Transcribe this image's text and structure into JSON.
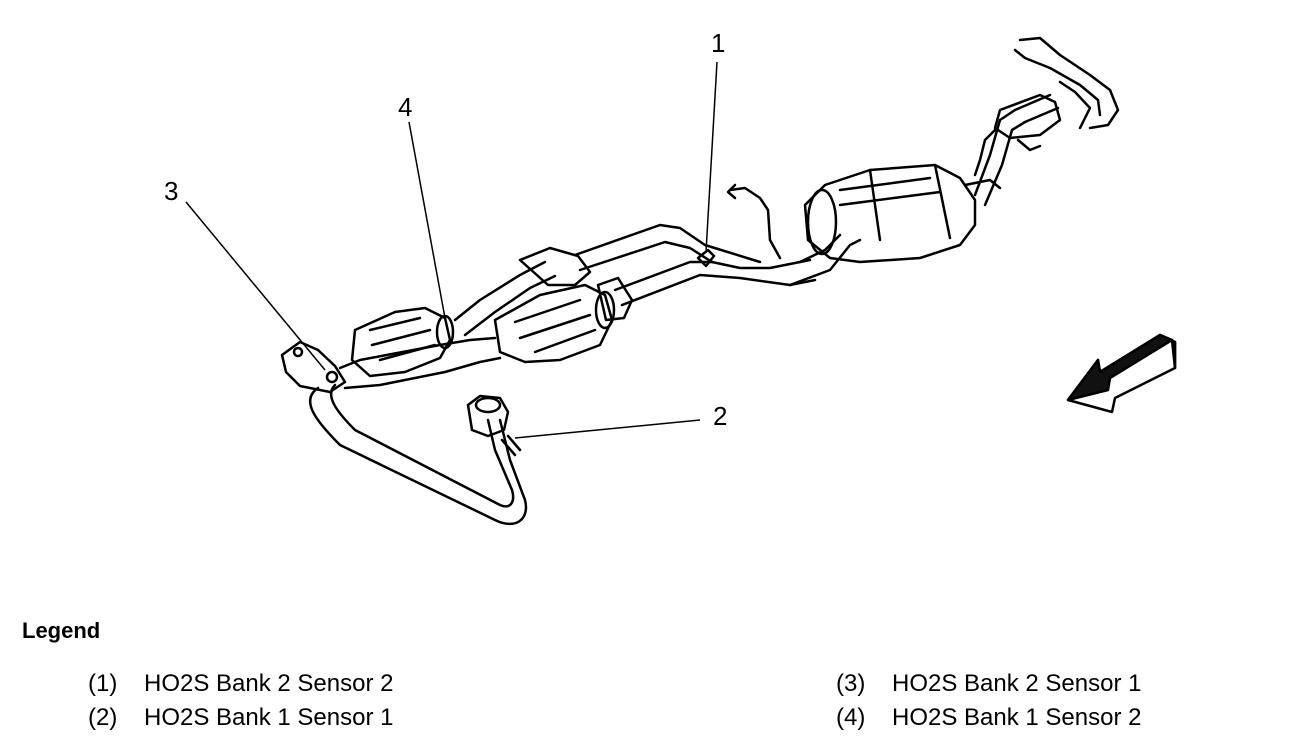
{
  "callouts": [
    {
      "num": "1"
    },
    {
      "num": "2"
    },
    {
      "num": "3"
    },
    {
      "num": "4"
    }
  ],
  "legend": {
    "title": "Legend",
    "items": [
      {
        "num": "(1)",
        "label": "HO2S Bank 2 Sensor 2"
      },
      {
        "num": "(2)",
        "label": "HO2S Bank 1 Sensor 1"
      },
      {
        "num": "(3)",
        "label": "HO2S Bank 2 Sensor 1"
      },
      {
        "num": "(4)",
        "label": "HO2S Bank 1 Sensor 2"
      }
    ]
  },
  "icons": {
    "direction_arrow": "front-direction-arrow-icon"
  }
}
